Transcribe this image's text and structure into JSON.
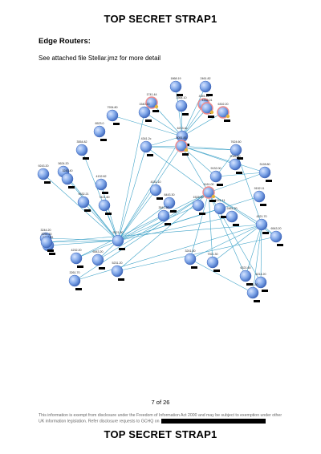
{
  "document": {
    "classification": "TOP SECRET STRAP1",
    "section_heading": "Edge Routers:",
    "intro_text": "See attached file Stellar.jmz for more detail",
    "page_number": "7 of 26",
    "footer_text": "This information is exempt from disclosure under the Freedom of Information Act 2000 and may be subject to exemption under other UK information legislation. Refer disclosure requests to GCHQ on"
  },
  "diagram": {
    "node_color": "#7fa6e8",
    "edge_color": "#3fa3c8",
    "highlight_color": "#f08a8a",
    "marker_color": "#e3b53a",
    "nodes": [
      {
        "id": "n1",
        "label": "1868.19",
        "pink": false
      },
      {
        "id": "n2",
        "label": "2461.82",
        "pink": false
      },
      {
        "id": "n3",
        "label": "1741.44",
        "pink": true
      },
      {
        "id": "n4",
        "label": "4351.2c",
        "pink": true
      },
      {
        "id": "n5",
        "label": "4332.01",
        "pink": true
      },
      {
        "id": "n6",
        "label": "1540.20",
        "pink": false
      },
      {
        "id": "n7",
        "label": "3564.10",
        "pink": false
      },
      {
        "id": "n8",
        "label": "6302.20",
        "pink": true
      },
      {
        "id": "n9",
        "label": "7934.80",
        "pink": false
      },
      {
        "id": "n10",
        "label": "6213.4c",
        "pink": false
      },
      {
        "id": "n11",
        "label": "6523.0",
        "pink": false
      },
      {
        "id": "n12",
        "label": "8051.83",
        "pink": true
      },
      {
        "id": "n13",
        "label": "4341.2c",
        "pink": false
      },
      {
        "id": "n14",
        "label": "7624.60",
        "pink": false
      },
      {
        "id": "n15",
        "label": "3554.82",
        "pink": false
      },
      {
        "id": "n16",
        "label": "2046.80",
        "pink": false
      },
      {
        "id": "n17",
        "label": "3128.80",
        "pink": false
      },
      {
        "id": "n18",
        "label": "9132.00",
        "pink": false
      },
      {
        "id": "n19",
        "label": "5624.20",
        "pink": false
      },
      {
        "id": "n20",
        "label": "9121.30",
        "pink": false
      },
      {
        "id": "n21",
        "label": "9243.20",
        "pink": false
      },
      {
        "id": "n22",
        "label": "3243.40",
        "pink": false
      },
      {
        "id": "n23",
        "label": "4132.82",
        "pink": false
      },
      {
        "id": "n24",
        "label": "4161.00",
        "pink": true
      },
      {
        "id": "n25",
        "label": "9152.11",
        "pink": false
      },
      {
        "id": "n26",
        "label": "9632.21",
        "pink": false
      },
      {
        "id": "n27",
        "label": "7421.60",
        "pink": false
      },
      {
        "id": "n28",
        "label": "4151.10",
        "pink": false
      },
      {
        "id": "n29",
        "label": "8443.30",
        "pink": false
      },
      {
        "id": "n30",
        "label": "1523.20",
        "pink": false
      },
      {
        "id": "n31",
        "label": "5241.11",
        "pink": false
      },
      {
        "id": "n32",
        "label": "3244.20",
        "pink": false
      },
      {
        "id": "n33",
        "label": "9101.81",
        "pink": false
      },
      {
        "id": "n34",
        "label": "3541.20",
        "pink": false
      },
      {
        "id": "n35",
        "label": "2461.20",
        "pink": false
      },
      {
        "id": "n36",
        "label": "4321.70",
        "pink": false
      },
      {
        "id": "n37",
        "label": "6543.20",
        "pink": false
      },
      {
        "id": "n38",
        "label": "3251.20",
        "pink": false
      },
      {
        "id": "n39",
        "label": "4232.20",
        "pink": false
      },
      {
        "id": "n40",
        "label": "5443.20",
        "pink": false
      },
      {
        "id": "n41",
        "label": "3241.50",
        "pink": false
      },
      {
        "id": "n42",
        "label": "7921.30",
        "pink": false
      },
      {
        "id": "n43",
        "label": "6321.60",
        "pink": false
      },
      {
        "id": "n44",
        "label": "5231.20",
        "pink": false
      },
      {
        "id": "n45",
        "label": "6214.20",
        "pink": false
      },
      {
        "id": "n46",
        "label": "3261.70",
        "pink": false
      },
      {
        "id": "n47",
        "label": "3441.30",
        "pink": false
      }
    ],
    "edges": [
      [
        "n20",
        "n21"
      ],
      [
        "n20",
        "n22"
      ],
      [
        "n20",
        "n23"
      ],
      [
        "n20",
        "n25"
      ],
      [
        "n20",
        "n26"
      ],
      [
        "n20",
        "n27"
      ],
      [
        "n20",
        "n28"
      ],
      [
        "n20",
        "n29"
      ],
      [
        "n20",
        "n30"
      ],
      [
        "n20",
        "n31"
      ],
      [
        "n20",
        "n32"
      ],
      [
        "n20",
        "n33"
      ],
      [
        "n20",
        "n34"
      ],
      [
        "n20",
        "n35"
      ],
      [
        "n20",
        "n15"
      ],
      [
        "n20",
        "n19"
      ],
      [
        "n20",
        "n38"
      ],
      [
        "n20",
        "n39"
      ],
      [
        "n20",
        "n40"
      ],
      [
        "n20",
        "n10"
      ],
      [
        "n20",
        "n13"
      ],
      [
        "n20",
        "n12"
      ],
      [
        "n20",
        "n6"
      ],
      [
        "n10",
        "n3"
      ],
      [
        "n10",
        "n4"
      ],
      [
        "n10",
        "n5"
      ],
      [
        "n10",
        "n6"
      ],
      [
        "n10",
        "n7"
      ],
      [
        "n10",
        "n8"
      ],
      [
        "n10",
        "n9"
      ],
      [
        "n10",
        "n12"
      ],
      [
        "n10",
        "n13"
      ],
      [
        "n10",
        "n1"
      ],
      [
        "n10",
        "n2"
      ],
      [
        "n12",
        "n13"
      ],
      [
        "n12",
        "n14"
      ],
      [
        "n12",
        "n16"
      ],
      [
        "n12",
        "n17"
      ],
      [
        "n12",
        "n18"
      ],
      [
        "n12",
        "n24"
      ],
      [
        "n13",
        "n24"
      ],
      [
        "n13",
        "n14"
      ],
      [
        "n14",
        "n18"
      ],
      [
        "n14",
        "n36"
      ],
      [
        "n24",
        "n36"
      ],
      [
        "n24",
        "n37"
      ],
      [
        "n24",
        "n41"
      ],
      [
        "n24",
        "n42"
      ],
      [
        "n24",
        "n43"
      ],
      [
        "n24",
        "n44"
      ],
      [
        "n24",
        "n45"
      ],
      [
        "n24",
        "n46"
      ],
      [
        "n24",
        "n17"
      ],
      [
        "n24",
        "n39"
      ],
      [
        "n24",
        "n40"
      ],
      [
        "n36",
        "n41"
      ],
      [
        "n36",
        "n42"
      ],
      [
        "n36",
        "n43"
      ],
      [
        "n36",
        "n45"
      ],
      [
        "n36",
        "n46"
      ],
      [
        "n36",
        "n47"
      ],
      [
        "n36",
        "n37"
      ],
      [
        "n37",
        "n44"
      ],
      [
        "n38",
        "n36"
      ],
      [
        "n17",
        "n18"
      ],
      [
        "n41",
        "n47"
      ]
    ]
  }
}
